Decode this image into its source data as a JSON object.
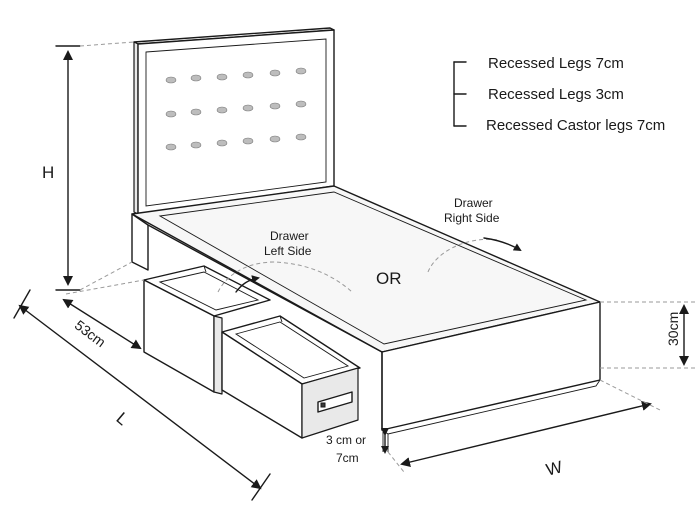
{
  "labels": {
    "height": "H",
    "length": "L",
    "width": "W",
    "depth": "53cm",
    "base_height": "30cm",
    "leg_height_line1": "3 cm or",
    "leg_height_line2": "7cm",
    "or": "OR",
    "drawer_left_line1": "Drawer",
    "drawer_left_line2": "Left Side",
    "drawer_right_line1": "Drawer",
    "drawer_right_line2": "Right Side"
  },
  "leg_options": [
    "Recessed Legs 7cm",
    "Recessed Legs 3cm",
    "Recessed Castor legs 7cm"
  ],
  "colors": {
    "line": "#1a1a1a",
    "fill": "#f7f7f7",
    "guide": "#9a9a9a"
  }
}
